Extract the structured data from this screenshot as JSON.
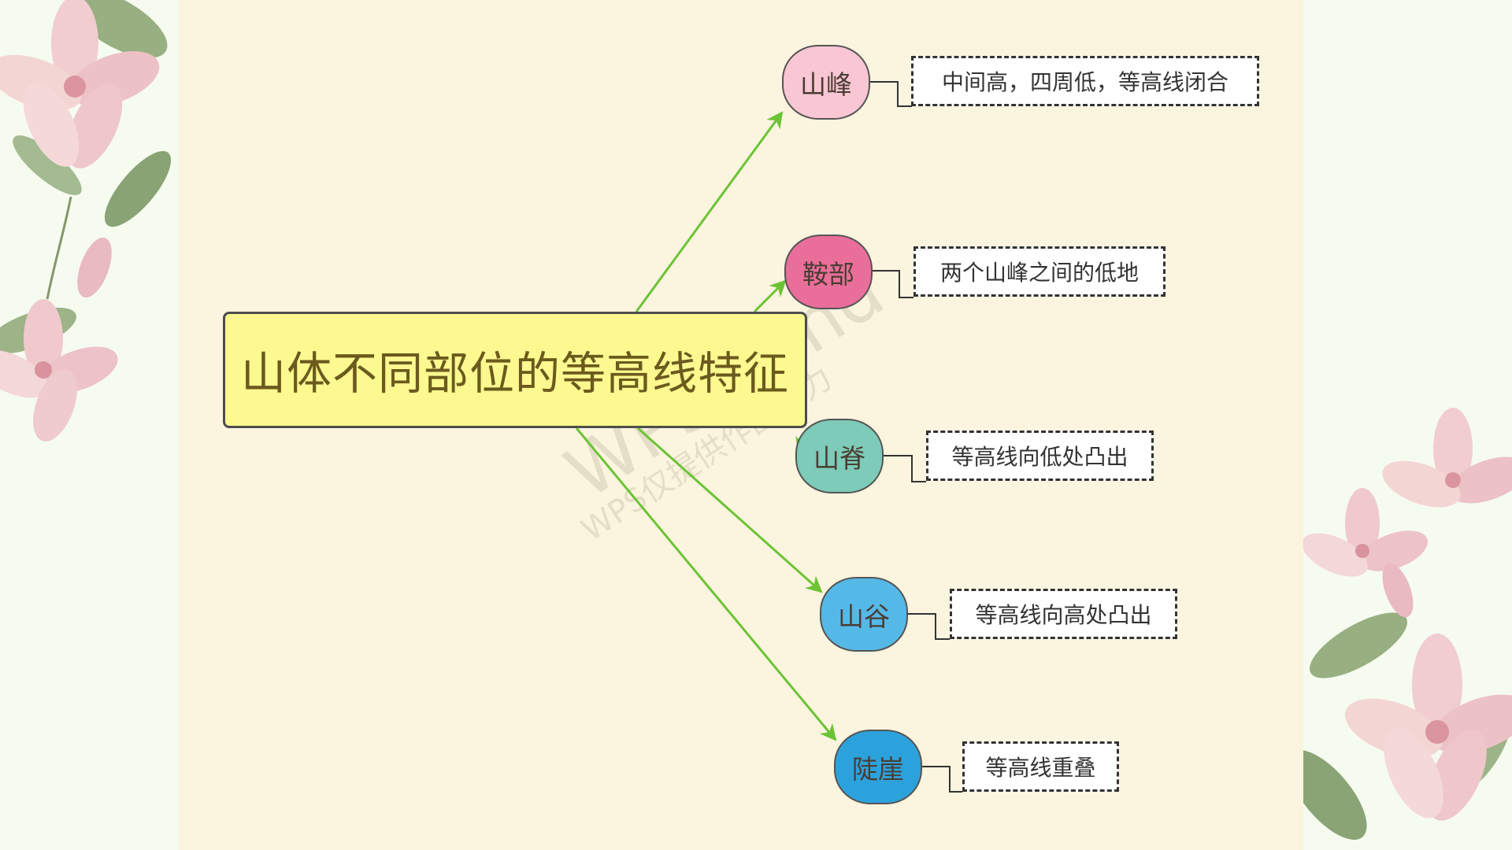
{
  "central_topic": "山体不同部位的等高线特征",
  "branches": [
    {
      "label": "山峰",
      "description": "中间高，四周低，等高线闭合",
      "color": "#f9c6d3"
    },
    {
      "label": "鞍部",
      "description": "两个山峰之间的低地",
      "color": "#ea6e9a"
    },
    {
      "label": "山脊",
      "description": "等高线向低处凸出",
      "color": "#7dcbb8"
    },
    {
      "label": "山谷",
      "description": "等高线向高处凸出",
      "color": "#55b9e8"
    },
    {
      "label": "陡崖",
      "description": "等高线重叠",
      "color": "#2ca2dc"
    }
  ],
  "watermark": {
    "line1": "WPS Mind",
    "line2": "WPS仅提供作图能力"
  },
  "colors": {
    "arrow": "#6cc335",
    "panel": "#fbf4de",
    "central_fill": "#fbf98f"
  }
}
